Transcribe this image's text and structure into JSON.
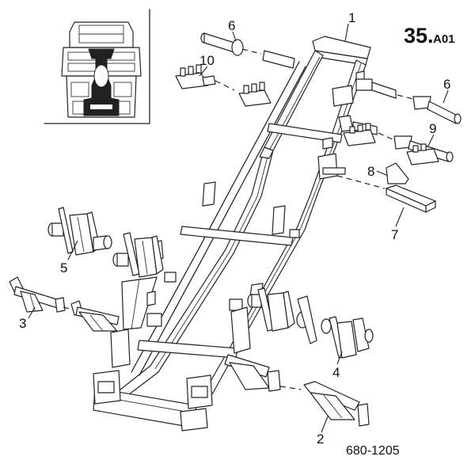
{
  "page_ref": {
    "main": "35.",
    "sub": "A01"
  },
  "drawing_number": "680-1205",
  "callouts": [
    {
      "id": "1",
      "text": "1"
    },
    {
      "id": "2",
      "text": "2"
    },
    {
      "id": "3",
      "text": "3"
    },
    {
      "id": "4",
      "text": "4"
    },
    {
      "id": "5",
      "text": "5"
    },
    {
      "id": "6a",
      "text": "6"
    },
    {
      "id": "6b",
      "text": "6"
    },
    {
      "id": "7",
      "text": "7"
    },
    {
      "id": "8",
      "text": "8"
    },
    {
      "id": "9",
      "text": "9"
    },
    {
      "id": "10",
      "text": "10"
    }
  ]
}
